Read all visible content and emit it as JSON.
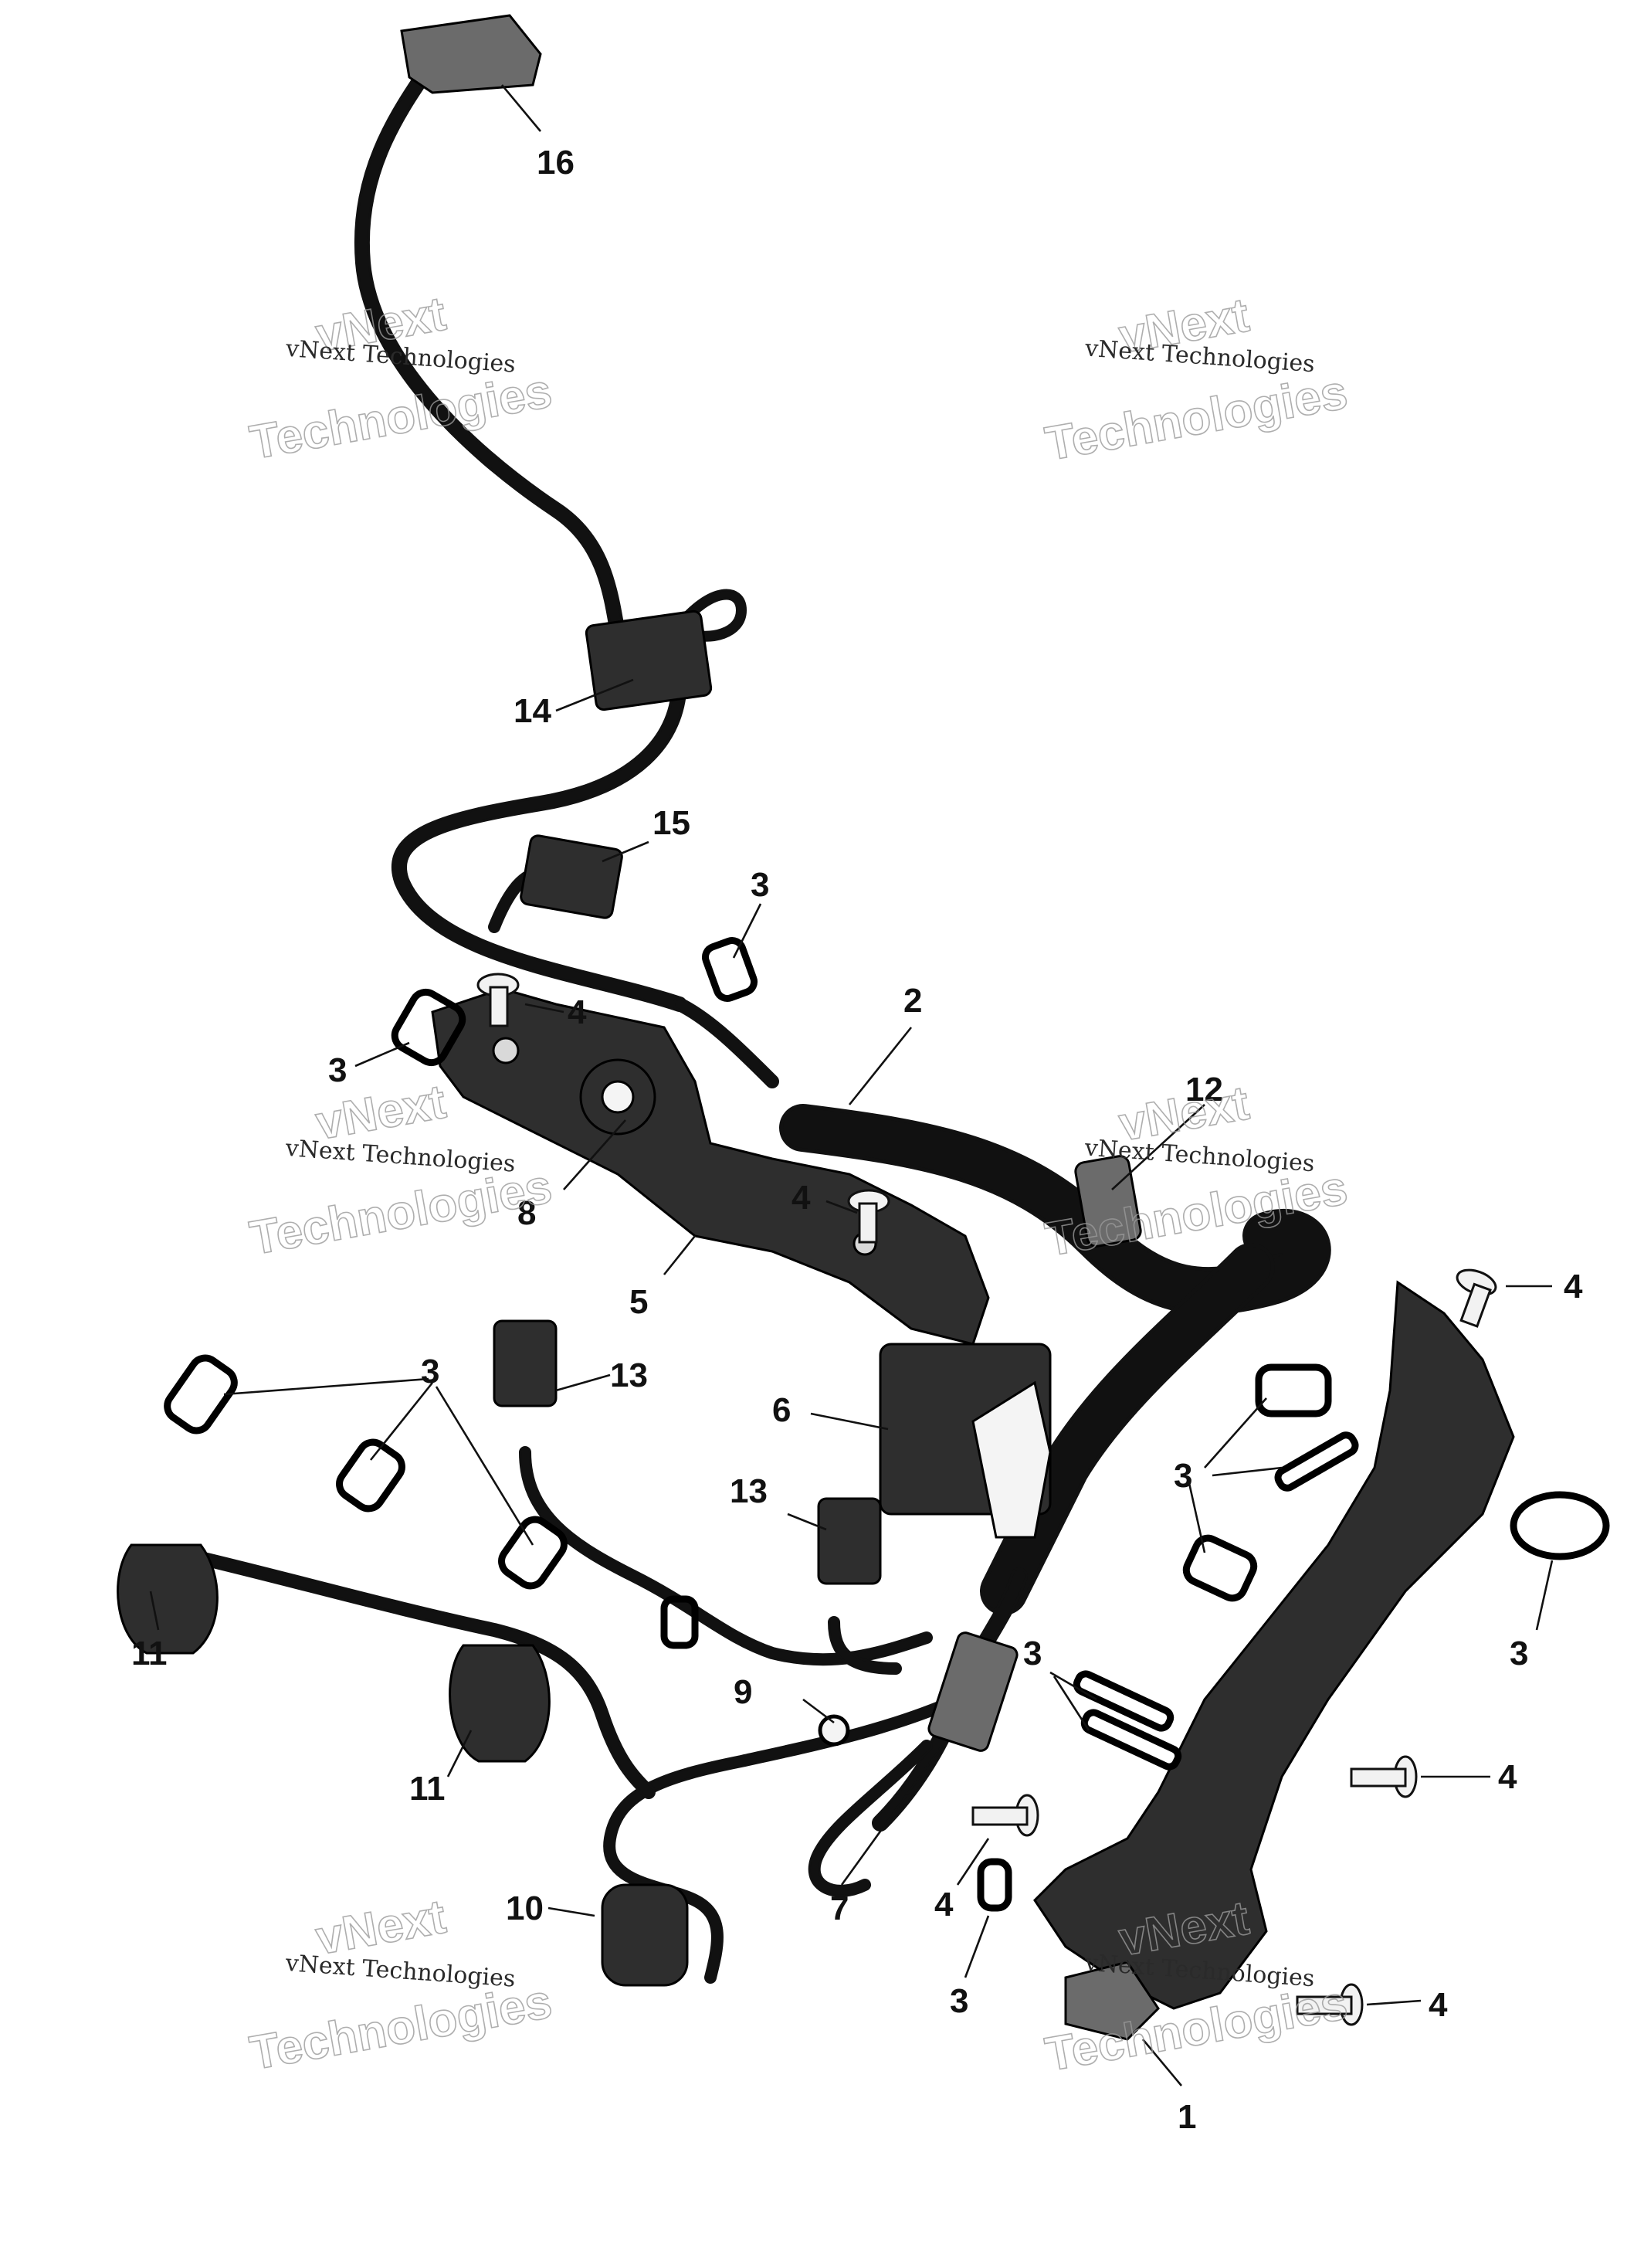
{
  "watermark": {
    "small_text": "vNext Technologies",
    "big_text_1": "vNext",
    "big_text_2": "Technologies"
  },
  "callouts": [
    {
      "id": "c16",
      "label": "16"
    },
    {
      "id": "c14",
      "label": "14"
    },
    {
      "id": "c15",
      "label": "15"
    },
    {
      "id": "c3a",
      "label": "3"
    },
    {
      "id": "c3b",
      "label": "3"
    },
    {
      "id": "c4a",
      "label": "4"
    },
    {
      "id": "c2",
      "label": "2"
    },
    {
      "id": "c12",
      "label": "12"
    },
    {
      "id": "c4b",
      "label": "4"
    },
    {
      "id": "c8",
      "label": "8"
    },
    {
      "id": "c5",
      "label": "5"
    },
    {
      "id": "c4c",
      "label": "4"
    },
    {
      "id": "c3c",
      "label": "3"
    },
    {
      "id": "c13a",
      "label": "13"
    },
    {
      "id": "c6",
      "label": "6"
    },
    {
      "id": "c3d",
      "label": "3"
    },
    {
      "id": "c13b",
      "label": "13"
    },
    {
      "id": "c3e",
      "label": "3"
    },
    {
      "id": "c11a",
      "label": "11"
    },
    {
      "id": "c11b",
      "label": "11"
    },
    {
      "id": "c3f",
      "label": "3"
    },
    {
      "id": "c9",
      "label": "9"
    },
    {
      "id": "c4d",
      "label": "4"
    },
    {
      "id": "c7",
      "label": "7"
    },
    {
      "id": "c4e",
      "label": "4"
    },
    {
      "id": "c10",
      "label": "10"
    },
    {
      "id": "c3g",
      "label": "3"
    },
    {
      "id": "c4f",
      "label": "4"
    },
    {
      "id": "c1",
      "label": "1"
    }
  ],
  "colors": {
    "ink": "#111111",
    "part_dark": "#2e2e2e",
    "part_mid": "#6b6b6b",
    "wire_fill": "#f4f4f4",
    "watermark_outline": "#9a9a9a"
  }
}
